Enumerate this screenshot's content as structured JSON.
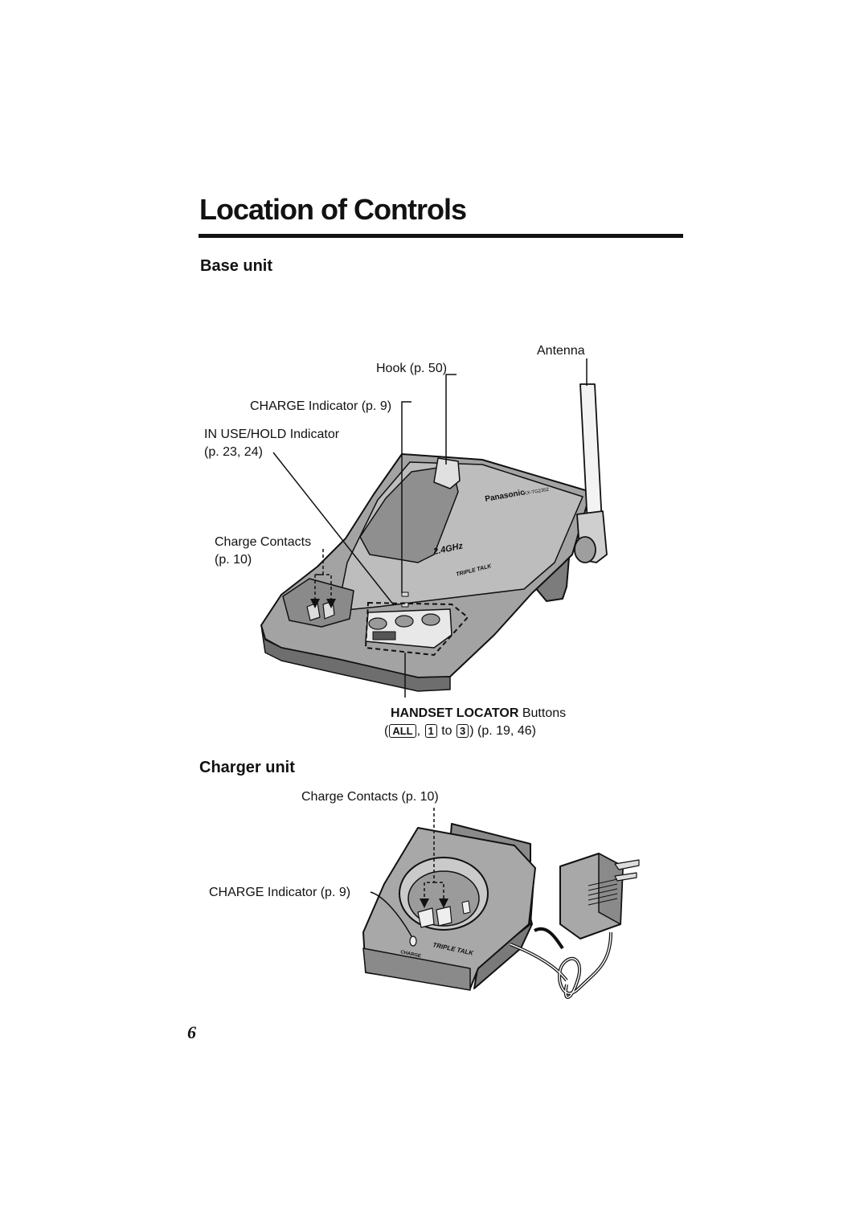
{
  "page": {
    "title": "Location of Controls",
    "page_number": "6"
  },
  "base_unit": {
    "heading": "Base unit",
    "labels": {
      "antenna": "Antenna",
      "hook": "Hook (p. 50)",
      "charge_indicator": "CHARGE Indicator (p. 9)",
      "in_use_hold_line1": "IN USE/HOLD Indicator",
      "in_use_hold_line2": "(p. 23, 24)",
      "charge_contacts_line1": "Charge Contacts",
      "charge_contacts_line2": "(p. 10)",
      "handset_locator_bold": "HANDSET LOCATOR",
      "handset_locator_rest": " Buttons",
      "handset_locator_open": "(",
      "handset_locator_key_all": "ALL",
      "handset_locator_comma": ",",
      "handset_locator_key_1": "1",
      "handset_locator_to": "to",
      "handset_locator_key_3": "3",
      "handset_locator_pages": ") (p. 19, 46)"
    },
    "device_text": {
      "brand": "Panasonic",
      "model": "KX-TG2352",
      "freq": "2.4GHz",
      "triple_talk": "TRIPLE TALK"
    }
  },
  "charger_unit": {
    "heading": "Charger unit",
    "labels": {
      "charge_contacts": "Charge Contacts (p. 10)",
      "charge_indicator": "CHARGE Indicator (p. 9)"
    },
    "device_text": {
      "charge": "CHARGE",
      "triple_talk": "TRIPLE TALK"
    }
  }
}
